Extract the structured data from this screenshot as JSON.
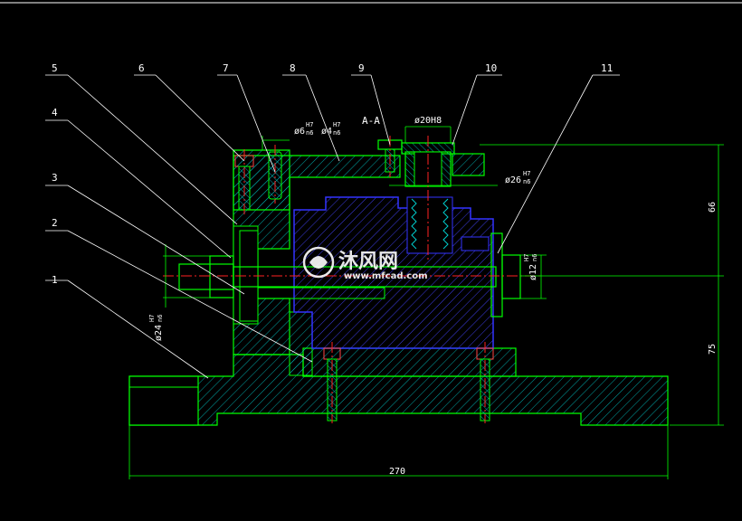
{
  "drawing": {
    "section_label": "A-A",
    "part_numbers": [
      "1",
      "2",
      "3",
      "4",
      "5",
      "6",
      "7",
      "8",
      "9",
      "10",
      "11"
    ],
    "dimensions": {
      "overall_width": "270",
      "height_upper": "66",
      "height_lower": "75",
      "bore_top": "ø20H8",
      "dia_26": "ø26",
      "dia_26_tol_top": "H7",
      "dia_26_tol_bot": "n6",
      "dia_6": "ø6",
      "dia_6_tol_top": "H7",
      "dia_6_tol_bot": "n6",
      "dia_4": "ø4",
      "dia_4_tol_top": "H7",
      "dia_4_tol_bot": "n6",
      "dia_12": "ø12",
      "dia_12_tol_top": "H7",
      "dia_12_tol_bot": "n6",
      "dia_24": "ø24",
      "dia_24_tol_top": "H7",
      "dia_24_tol_bot": "n6"
    },
    "colors": {
      "background": "#000000",
      "outline": "#00ff00",
      "hatch": "#00cccc",
      "blue_part": "#3333ff",
      "red_center": "#ff0000",
      "dimension": "#00ff00",
      "leader": "#ffffff"
    }
  },
  "watermark": {
    "brand": "沐风网",
    "url": "www.mfcad.com"
  }
}
